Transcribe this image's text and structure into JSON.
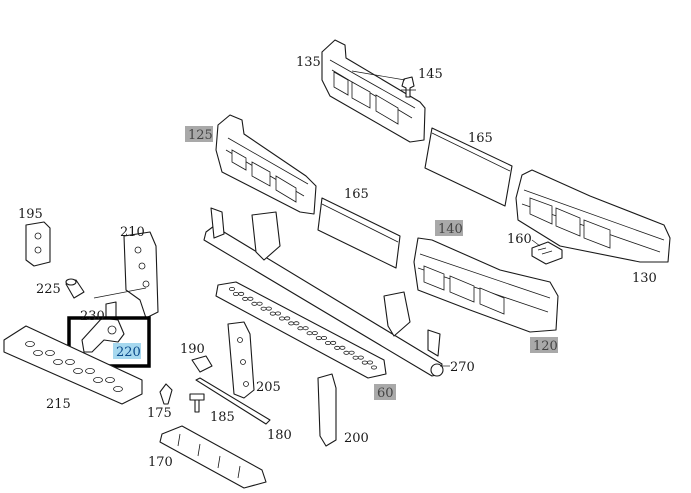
{
  "labels": {
    "p135": "135",
    "p145": "145",
    "p125": "125",
    "p165a": "165",
    "p165b": "165",
    "p195": "195",
    "p210": "210",
    "p140": "140",
    "p160": "160",
    "p130": "130",
    "p225": "225",
    "p230": "230",
    "p220": "220",
    "p120": "120",
    "p190": "190",
    "p270": "270",
    "p215": "215",
    "p205": "205",
    "p60": "60",
    "p175": "175",
    "p185": "185",
    "p180": "180",
    "p200": "200",
    "p170": "170"
  },
  "colors": {
    "highlight_gray": "#a9a9a9",
    "highlight_blue": "#a6d8ef",
    "line": "#1a1a1a",
    "selection_box": "#000000"
  },
  "selected_part": "220"
}
